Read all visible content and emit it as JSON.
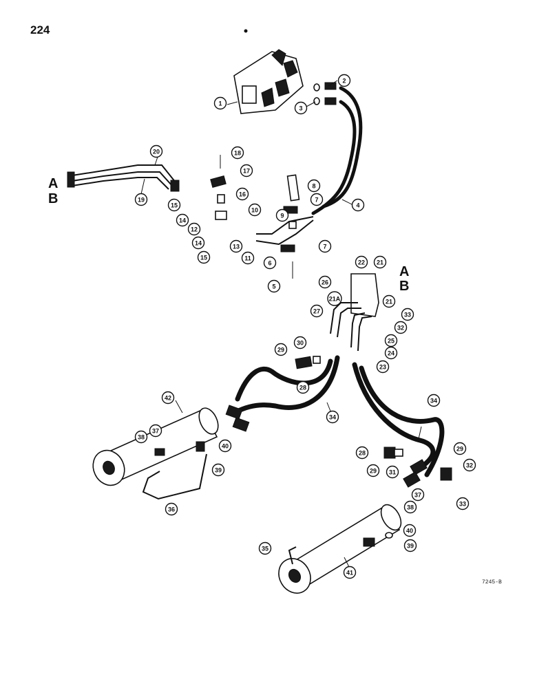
{
  "page_number": "224",
  "section_letters": {
    "upper_left_a": "A",
    "upper_left_b": "B",
    "right_a": "A",
    "right_b": "B"
  },
  "callouts": [
    {
      "id": "c1",
      "label": "1"
    },
    {
      "id": "c2",
      "label": "2"
    },
    {
      "id": "c3",
      "label": "3"
    },
    {
      "id": "c4",
      "label": "4"
    },
    {
      "id": "c5",
      "label": "5"
    },
    {
      "id": "c6",
      "label": "6"
    },
    {
      "id": "c7a",
      "label": "7"
    },
    {
      "id": "c7b",
      "label": "7"
    },
    {
      "id": "c8",
      "label": "8"
    },
    {
      "id": "c9",
      "label": "9"
    },
    {
      "id": "c10",
      "label": "10"
    },
    {
      "id": "c11",
      "label": "11"
    },
    {
      "id": "c12",
      "label": "12"
    },
    {
      "id": "c13",
      "label": "13"
    },
    {
      "id": "c14a",
      "label": "14"
    },
    {
      "id": "c14b",
      "label": "14"
    },
    {
      "id": "c15a",
      "label": "15"
    },
    {
      "id": "c15b",
      "label": "15"
    },
    {
      "id": "c16",
      "label": "16"
    },
    {
      "id": "c17",
      "label": "17"
    },
    {
      "id": "c18",
      "label": "18"
    },
    {
      "id": "c19",
      "label": "19"
    },
    {
      "id": "c20",
      "label": "20"
    },
    {
      "id": "c21a",
      "label": "21"
    },
    {
      "id": "c21b",
      "label": "21"
    },
    {
      "id": "c21A",
      "label": "21A"
    },
    {
      "id": "c22",
      "label": "22"
    },
    {
      "id": "c23",
      "label": "23"
    },
    {
      "id": "c24",
      "label": "24"
    },
    {
      "id": "c25",
      "label": "25"
    },
    {
      "id": "c26",
      "label": "26"
    },
    {
      "id": "c27",
      "label": "27"
    },
    {
      "id": "c28a",
      "label": "28"
    },
    {
      "id": "c28b",
      "label": "28"
    },
    {
      "id": "c29a",
      "label": "29"
    },
    {
      "id": "c29b",
      "label": "29"
    },
    {
      "id": "c29c",
      "label": "29"
    },
    {
      "id": "c30",
      "label": "30"
    },
    {
      "id": "c31",
      "label": "31"
    },
    {
      "id": "c32a",
      "label": "32"
    },
    {
      "id": "c32b",
      "label": "32"
    },
    {
      "id": "c33a",
      "label": "33"
    },
    {
      "id": "c33b",
      "label": "33"
    },
    {
      "id": "c34a",
      "label": "34"
    },
    {
      "id": "c34b",
      "label": "34"
    },
    {
      "id": "c35",
      "label": "35"
    },
    {
      "id": "c36",
      "label": "36"
    },
    {
      "id": "c37a",
      "label": "37"
    },
    {
      "id": "c37b",
      "label": "37"
    },
    {
      "id": "c38a",
      "label": "38"
    },
    {
      "id": "c38b",
      "label": "38"
    },
    {
      "id": "c39a",
      "label": "39"
    },
    {
      "id": "c39b",
      "label": "39"
    },
    {
      "id": "c40a",
      "label": "40"
    },
    {
      "id": "c40b",
      "label": "40"
    },
    {
      "id": "c41",
      "label": "41"
    },
    {
      "id": "c42",
      "label": "42"
    }
  ],
  "figure_code": "7245-B"
}
